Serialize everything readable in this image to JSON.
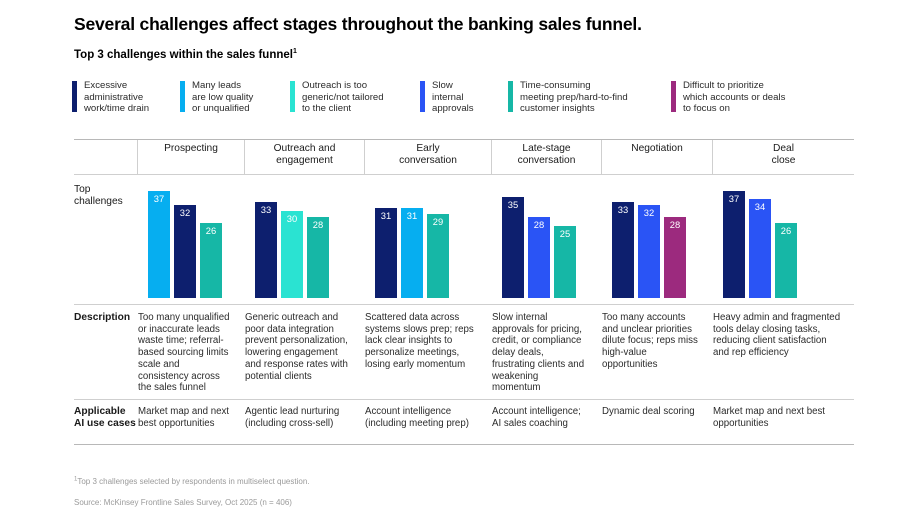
{
  "title": "Several challenges affect stages throughout the banking sales funnel.",
  "subtitle": "Top 3 challenges within the sales funnel",
  "subtitle_marker": "1",
  "legend": [
    {
      "label": "Excessive\nadministrative\nwork/time drain",
      "color": "#0d1f6e",
      "name": "excessive-admin"
    },
    {
      "label": "Many leads\nare low quality\nor unqualified",
      "color": "#06aef0",
      "name": "low-quality-leads"
    },
    {
      "label": "Outreach is too\ngeneric/not tailored\nto the client",
      "color": "#2ae3d2",
      "name": "generic-outreach"
    },
    {
      "label": "Slow\ninternal\napprovals",
      "color": "#2a54f5",
      "name": "slow-approvals"
    },
    {
      "label": "Time-consuming\nmeeting prep/hard-to-find\ncustomer insights",
      "color": "#16b7a6",
      "name": "time-consuming-prep"
    },
    {
      "label": "Difficult to prioritize\nwhich accounts or deals\nto focus on",
      "color": "#9c2a7e",
      "name": "hard-to-prioritize"
    }
  ],
  "rows": {
    "top_challenges_label": "Top\nchallenges",
    "description_label": "Description",
    "ai_use_cases_label": "Applicable\nAI use cases"
  },
  "columns": [
    {
      "header": "Prospecting",
      "description": "Too many unqualified or inaccurate leads waste time; referral-based sourcing limits scale and consistency across the sales funnel",
      "ai_use_case": "Market map and next best opportunities"
    },
    {
      "header": "Outreach and\nengagement",
      "description": "Generic outreach and poor data integration prevent personalization, lowering engagement and response rates with potential clients",
      "ai_use_case": "Agentic lead nurturing (including cross-sell)"
    },
    {
      "header": "Early\nconversation",
      "description": "Scattered data across systems slows prep; reps lack clear insights to personalize meetings, losing early momentum",
      "ai_use_case": "Account intelligence (including meeting prep)"
    },
    {
      "header": "Late-stage\nconversation",
      "description": "Slow internal approvals for pricing, credit, or compliance delay deals, frustrating clients and weakening momentum",
      "ai_use_case": "Account intelligence; AI sales coaching"
    },
    {
      "header": "Negotiation",
      "description": "Too many accounts and unclear priorities dilute focus; reps miss high-value opportunities",
      "ai_use_case": "Dynamic deal scoring"
    },
    {
      "header": "Deal\nclose",
      "description": "Heavy admin and fragmented tools delay closing tasks, reducing client satisfaction and rep efficiency",
      "ai_use_case": "Market map and next best opportunities"
    }
  ],
  "chart_data": {
    "type": "bar",
    "title": "Top 3 challenges within the sales funnel",
    "xlabel": "",
    "ylabel": "",
    "ylim": [
      0,
      40
    ],
    "grid": false,
    "legend_position": "top",
    "categories": [
      "Prospecting",
      "Outreach and engagement",
      "Early conversation",
      "Late-stage conversation",
      "Negotiation",
      "Deal close"
    ],
    "groups": [
      {
        "category": "Prospecting",
        "bars": [
          {
            "value": 37,
            "color": "#06aef0",
            "challenge": "Many leads are low quality or unqualified"
          },
          {
            "value": 32,
            "color": "#0d1f6e",
            "challenge": "Excessive administrative work/time drain"
          },
          {
            "value": 26,
            "color": "#16b7a6",
            "challenge": "Time-consuming meeting prep/hard-to-find customer insights"
          }
        ]
      },
      {
        "category": "Outreach and engagement",
        "bars": [
          {
            "value": 33,
            "color": "#0d1f6e",
            "challenge": "Excessive administrative work/time drain"
          },
          {
            "value": 30,
            "color": "#2ae3d2",
            "challenge": "Outreach is too generic/not tailored to the client"
          },
          {
            "value": 28,
            "color": "#16b7a6",
            "challenge": "Time-consuming meeting prep/hard-to-find customer insights"
          }
        ]
      },
      {
        "category": "Early conversation",
        "bars": [
          {
            "value": 31,
            "color": "#0d1f6e",
            "challenge": "Excessive administrative work/time drain"
          },
          {
            "value": 31,
            "color": "#06aef0",
            "challenge": "Many leads are low quality or unqualified"
          },
          {
            "value": 29,
            "color": "#16b7a6",
            "challenge": "Time-consuming meeting prep/hard-to-find customer insights"
          }
        ]
      },
      {
        "category": "Late-stage conversation",
        "bars": [
          {
            "value": 35,
            "color": "#0d1f6e",
            "challenge": "Excessive administrative work/time drain"
          },
          {
            "value": 28,
            "color": "#2a54f5",
            "challenge": "Slow internal approvals"
          },
          {
            "value": 25,
            "color": "#16b7a6",
            "challenge": "Time-consuming meeting prep/hard-to-find customer insights"
          }
        ]
      },
      {
        "category": "Negotiation",
        "bars": [
          {
            "value": 33,
            "color": "#0d1f6e",
            "challenge": "Excessive administrative work/time drain"
          },
          {
            "value": 32,
            "color": "#2a54f5",
            "challenge": "Slow internal approvals"
          },
          {
            "value": 28,
            "color": "#9c2a7e",
            "challenge": "Difficult to prioritize which accounts or deals to focus on"
          }
        ]
      },
      {
        "category": "Deal close",
        "bars": [
          {
            "value": 37,
            "color": "#0d1f6e",
            "challenge": "Excessive administrative work/time drain"
          },
          {
            "value": 34,
            "color": "#2a54f5",
            "challenge": "Slow internal approvals"
          },
          {
            "value": 26,
            "color": "#16b7a6",
            "challenge": "Time-consuming meeting prep/hard-to-find customer insights"
          }
        ]
      }
    ]
  },
  "footnote": {
    "marker": "1",
    "line1": "Top 3 challenges selected by respondents in multiselect question.",
    "line2": "Source: McKinsey Frontline Sales Survey, Oct 2025 (n = 406)"
  }
}
